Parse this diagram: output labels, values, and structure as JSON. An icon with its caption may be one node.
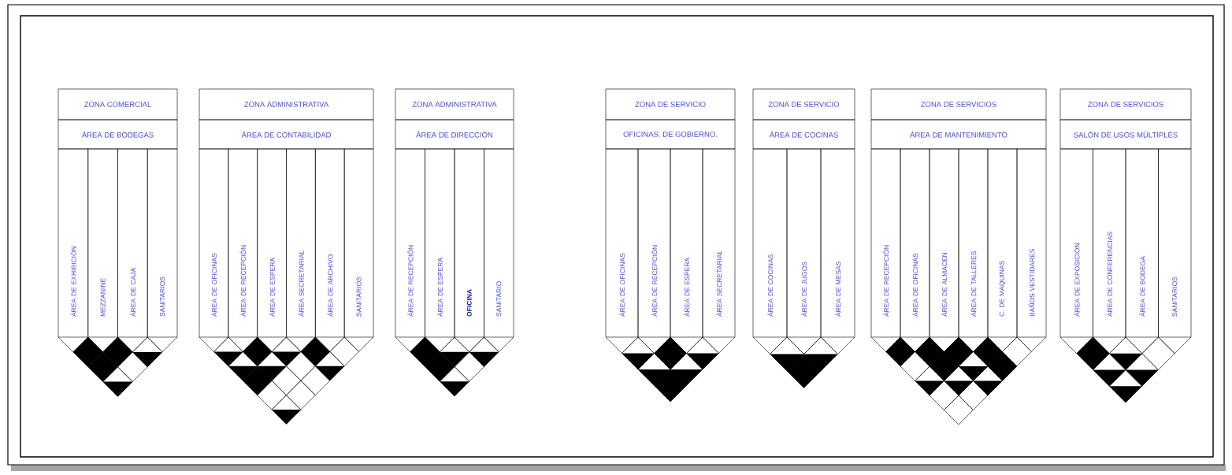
{
  "diagram": {
    "nodes": [
      {
        "text": [
          "ZONA COMERCIAL"
        ]
      },
      {
        "text": [
          "ÁREA DE BODEGAS"
        ]
      },
      {
        "text": [
          "ÁREA DE EXHIBICIÓN"
        ]
      },
      {
        "text": [
          "MEZZANINE"
        ]
      },
      {
        "text": [
          "ÁREA DE CAJA"
        ]
      },
      {
        "text": [
          "SANITARIOS"
        ]
      },
      {
        "text": [
          "ZONA ADMINISTRATIVA"
        ]
      },
      {
        "text": [
          "ÁREA DE CONTABILIDAD"
        ]
      },
      {
        "text": [
          "ÁREA DE OFICINAS"
        ]
      },
      {
        "text": [
          "ÁREA DE RECEPCIÓN"
        ]
      },
      {
        "text": [
          "ÁREA DE ESPERA"
        ]
      },
      {
        "text": [
          "ÁREA SECRETARIAL"
        ]
      },
      {
        "text": [
          "ÁREA DE ARCHIVO"
        ]
      },
      {
        "text": [
          "SANITARIOS"
        ]
      },
      {
        "text": [
          "ZONA ADMINISTRATIVA"
        ]
      },
      {
        "text": [
          "ÁREA DE DIRECCIÓN"
        ]
      },
      {
        "text": [
          "ÁREA DE RECEPCIÓN"
        ]
      },
      {
        "text": [
          "ÁREA DE ESPERA"
        ]
      },
      {
        "text": [
          "OFICINA"
        ]
      },
      {
        "text": [
          "SANITARIO"
        ]
      },
      {
        "text": [
          "ZONA DE SERVICIO"
        ]
      },
      {
        "text": [
          "OFICINAS. DE GOBIERNO."
        ]
      },
      {
        "text": [
          "ÁREA DE OFICINAS"
        ]
      },
      {
        "text": [
          "ÁREA DE RECEPCIÓN"
        ]
      },
      {
        "text": [
          "ÁREA DE ESPERA"
        ]
      },
      {
        "text": [
          "ÁREA SECRETARIAL"
        ]
      },
      {
        "text": [
          "ZONA DE SERVICIO"
        ]
      },
      {
        "text": [
          "ÁREA DE COCINAS"
        ]
      },
      {
        "text": [
          "ÁREA DE COCINAS"
        ]
      },
      {
        "text": [
          "ÁREA DE JUGOS"
        ]
      },
      {
        "text": [
          "ÁREA DE MESAS"
        ]
      },
      {
        "text": [
          "ZONA DE SERVICIOS"
        ]
      },
      {
        "text": [
          "ÁREA DE MANTENIMIENTO"
        ]
      },
      {
        "text": [
          "ÁREA DE RECEPCIÓN"
        ]
      },
      {
        "text": [
          "ÁREA DE OFICINAS"
        ]
      },
      {
        "text": [
          "ÁREA DE ALMACEN"
        ]
      },
      {
        "text": [
          "ÁREA DE TALLERES"
        ]
      },
      {
        "text": [
          "C. DE MAQUINAS"
        ]
      },
      {
        "text": [
          "BAÑOS VESTIDARES"
        ]
      },
      {
        "text": [
          "ZONA DE SERVICIOS"
        ]
      },
      {
        "text": [
          "SALÓN DE USOS MÚLTIPLES"
        ]
      },
      {
        "text": [
          "ÁREA DE EXPOSICIÓN"
        ]
      },
      {
        "text": [
          "ÁREA DE CONFERENCIAS"
        ]
      },
      {
        "text": [
          "ÁREA DE BODEGA"
        ]
      },
      {
        "text": [
          "SANITARIOS"
        ]
      }
    ]
  }
}
